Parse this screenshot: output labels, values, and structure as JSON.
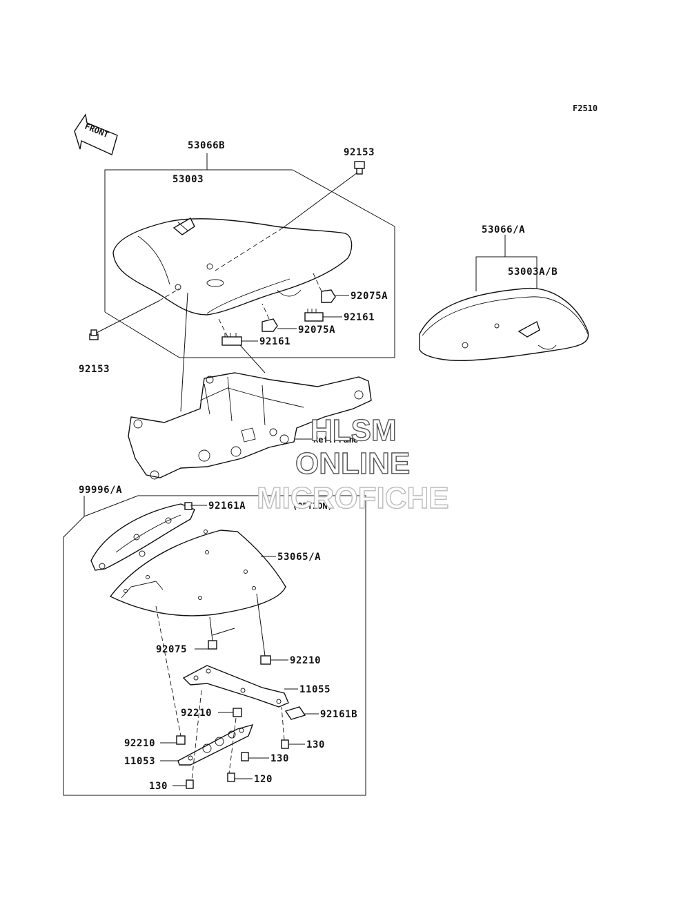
{
  "figure_code": "F2510",
  "front_arrow_label": "FRONT",
  "option_label": "(OPTION)",
  "ref_frame_label": "Ref.Frame",
  "watermark": {
    "line1": "HLSM",
    "line2": "ONLINE",
    "line3": "MICROFICHE"
  },
  "part_labels": {
    "p53066B": "53066B",
    "p53003": "53003",
    "p92153_top": "92153",
    "p92153_left": "92153",
    "p92075A_1": "92075A",
    "p92161_1": "92161",
    "p92075A_2": "92075A",
    "p92161_2": "92161",
    "p53066A": "53066/A",
    "p53003AB": "53003A/B",
    "p99996A": "99996/A",
    "p92161A": "92161A",
    "p53065A": "53065/A",
    "p92075": "92075",
    "p92210_1": "92210",
    "p11055": "11055",
    "p92210_2": "92210",
    "p92161B": "92161B",
    "p92210_3": "92210",
    "p130_1": "130",
    "p11053": "11053",
    "p130_2": "130",
    "p120": "120",
    "p130_3": "130"
  }
}
